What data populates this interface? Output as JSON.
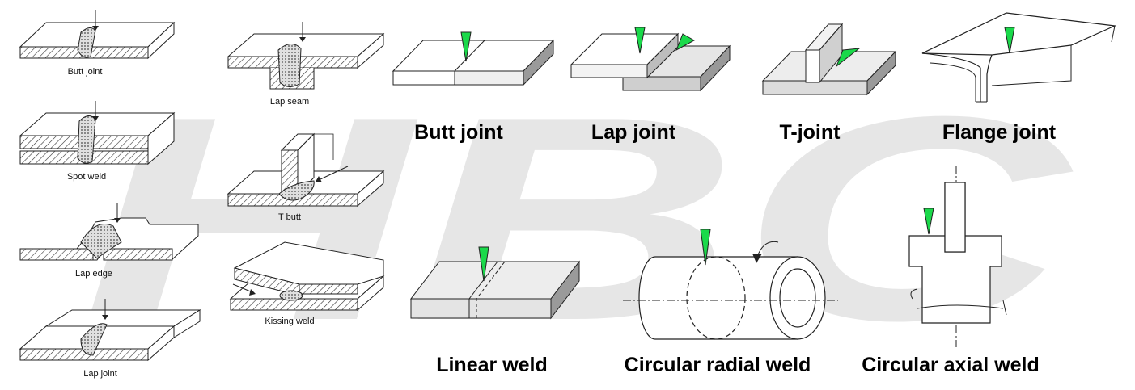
{
  "watermark": {
    "text": "HBC"
  },
  "left_panel": {
    "labels": {
      "butt_joint": "Butt joint",
      "spot_weld": "Spot weld",
      "lap_edge": "Lap edge",
      "lap_joint": "Lap joint",
      "lap_seam": "Lap seam",
      "t_butt": "T butt",
      "kissing_weld": "Kissing weld"
    }
  },
  "right_panel": {
    "labels": {
      "butt_joint": "Butt joint",
      "lap_joint": "Lap joint",
      "t_joint": "T-joint",
      "flange_joint": "Flange joint",
      "linear_weld": "Linear weld",
      "circular_radial_weld": "Circular radial weld",
      "circular_axial_weld": "Circular axial weld"
    }
  },
  "colors": {
    "laser_marker": "#1ad94a",
    "watermark": "#e6e6e6",
    "plate_face": "#efefef",
    "plate_side": "#9a9a9a"
  }
}
